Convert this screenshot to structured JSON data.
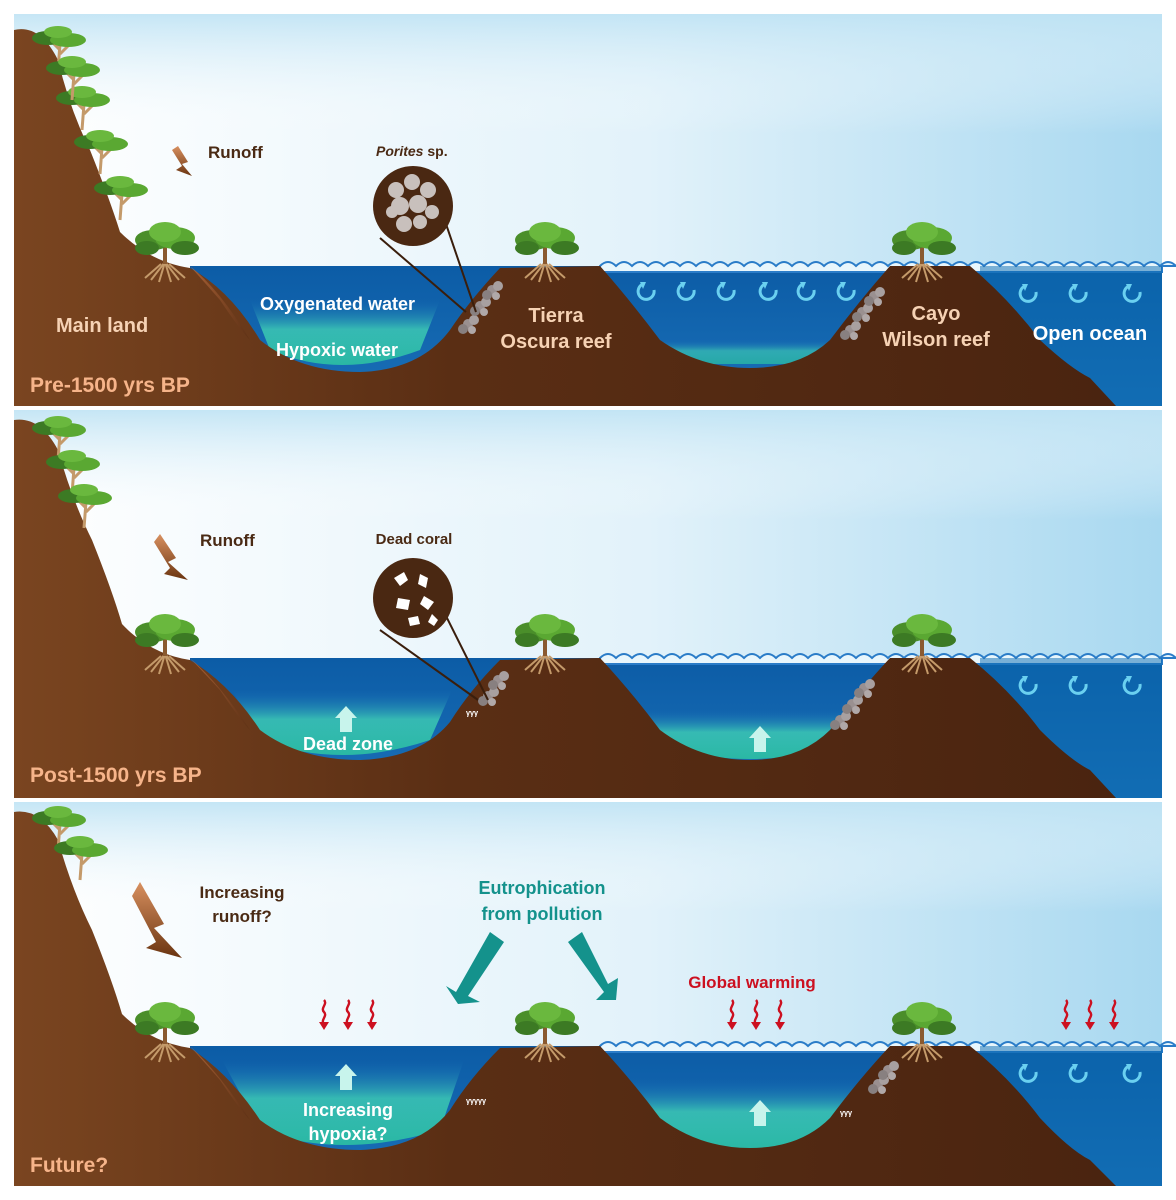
{
  "colors": {
    "sky_top": "#a8d8f0",
    "sky_bottom": "#ffffff",
    "land": "#5a2e14",
    "land_light": "#7a4520",
    "water": "#1060a8",
    "water_ocean": "#0a6ab0",
    "hypoxic": "#3cc8b4",
    "tree_green": "#5aa832",
    "tree_dark": "#3c7a24",
    "root": "#c49a6a",
    "wave": "#2a7cc8",
    "current_icon": "#6ad0f0",
    "eutrophication": "#14928c",
    "warming": "#cc1020",
    "period_label": "#f6b48a",
    "place_label": "#f6d2b4"
  },
  "panels": [
    {
      "id": "pre",
      "period": "Pre-1500 yrs BP",
      "runoff": "Runoff",
      "mainland": "Main land",
      "oxygenated": "Oxygenated water",
      "hypoxic": "Hypoxic water",
      "tierra": [
        "Tierra",
        "Oscura reef"
      ],
      "cayo": [
        "Cayo",
        "Wilson reef"
      ],
      "open_ocean": "Open ocean",
      "coral_label_italic": "Porites",
      "coral_label_rest": " sp."
    },
    {
      "id": "post",
      "period": "Post-1500 yrs BP",
      "runoff": "Runoff",
      "dead_zone": "Dead zone",
      "coral_label": "Dead coral"
    },
    {
      "id": "future",
      "period": "Future?",
      "runoff": [
        "Increasing",
        "runoff?"
      ],
      "hypoxia": [
        "Increasing",
        "hypoxia?"
      ],
      "eutrophication": [
        "Eutrophication",
        "from pollution"
      ],
      "warming": "Global warming"
    }
  ],
  "icons": [
    "runoff-arrow-icon",
    "coral-magnifier-icon",
    "dead-coral-magnifier-icon",
    "mangrove-tree-icon",
    "pine-tree-icon",
    "current-swirl-icon",
    "upwelling-arrow-icon",
    "heat-wave-icon",
    "eutrophication-arrow-icon"
  ]
}
